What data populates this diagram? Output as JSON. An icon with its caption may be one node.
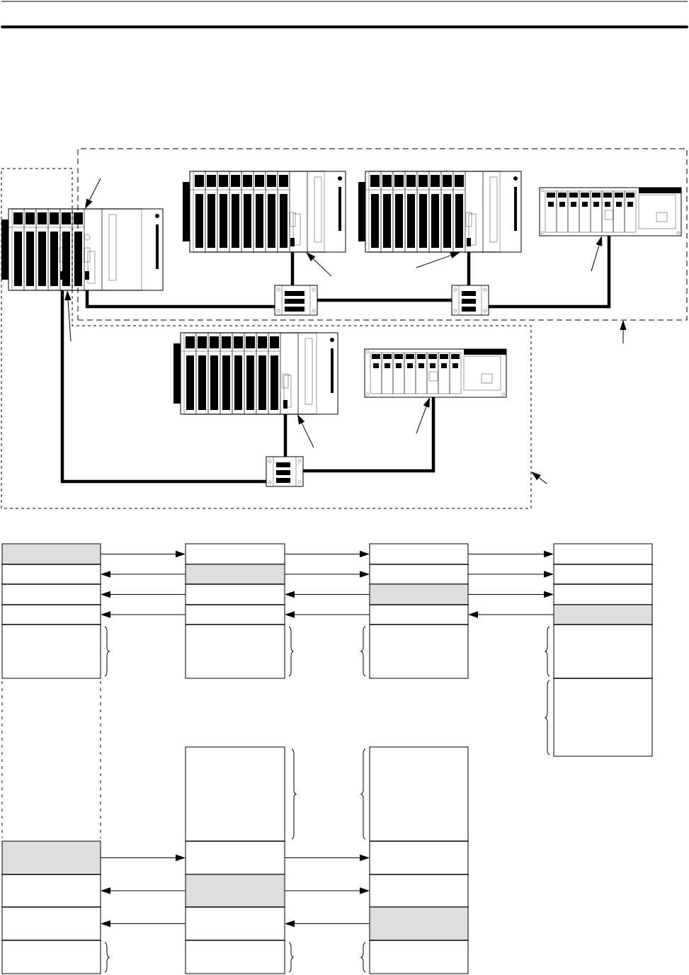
{
  "diagram": {
    "nodes": [
      {
        "text": [],
        "shape": "box"
      },
      {
        "text": [],
        "shape": "box"
      },
      {
        "text": [],
        "shape": "picture"
      },
      {
        "text": [],
        "shape": "picture",
        "in": 0
      },
      {
        "text": [],
        "shape": "picture",
        "in": 0
      },
      {
        "text": [],
        "shape": "picture",
        "in": 0
      },
      {
        "text": [],
        "shape": "box",
        "in": 0
      },
      {
        "text": [],
        "shape": "box",
        "in": 0
      },
      {
        "text": [],
        "shape": "picture",
        "in": 1
      },
      {
        "text": [],
        "shape": "picture",
        "in": 1
      },
      {
        "text": [],
        "shape": "box",
        "in": 1
      },
      {
        "text": [],
        "shape": "box"
      },
      {
        "text": [],
        "shape": "box"
      },
      {
        "text": [],
        "shape": "box"
      },
      {
        "text": [],
        "shape": "box"
      },
      {
        "text": [],
        "shape": "box"
      },
      {
        "text": [],
        "shape": "box"
      },
      {
        "text": [],
        "shape": "box"
      },
      {
        "text": [],
        "shape": "box"
      },
      {
        "text": [],
        "shape": "box"
      },
      {
        "text": [],
        "shape": "box"
      },
      {
        "text": [],
        "shape": "box"
      },
      {
        "text": [],
        "shape": "box"
      },
      {
        "text": [],
        "shape": "box"
      },
      {
        "text": [],
        "shape": "box"
      },
      {
        "text": [],
        "shape": "box"
      },
      {
        "text": [],
        "shape": "box"
      },
      {
        "text": [],
        "shape": "box"
      },
      {
        "text": [],
        "shape": "box"
      },
      {
        "text": [],
        "shape": "box"
      },
      {
        "text": [],
        "shape": "box"
      },
      {
        "text": [],
        "shape": "box"
      },
      {
        "text": [],
        "shape": "box"
      },
      {
        "text": [],
        "shape": "box"
      },
      {
        "text": [],
        "shape": "box"
      },
      {
        "text": [],
        "shape": "box"
      },
      {
        "text": [],
        "shape": "box"
      },
      {
        "text": [],
        "shape": "box"
      },
      {
        "text": [],
        "shape": "box"
      },
      {
        "text": [],
        "shape": "box"
      },
      {
        "text": [],
        "shape": "box"
      },
      {
        "text": [],
        "shape": "box"
      },
      {
        "text": [],
        "shape": "box"
      },
      {
        "text": [],
        "shape": "box"
      },
      {
        "text": [],
        "shape": "box"
      },
      {
        "text": [],
        "shape": "box"
      }
    ],
    "edges": [
      {
        "from": 2,
        "to": 6,
        "arrow": "none",
        "style": "thick"
      },
      {
        "from": 2,
        "to": 10,
        "arrow": "none",
        "style": "thick"
      },
      {
        "from": 3,
        "to": 6,
        "arrow": "none",
        "style": "thick"
      },
      {
        "from": 6,
        "to": 7,
        "arrow": "none",
        "style": "thick"
      },
      {
        "from": 4,
        "to": 7,
        "arrow": "none",
        "style": "thick"
      },
      {
        "from": 7,
        "to": 5,
        "arrow": "none",
        "style": "thick"
      },
      {
        "from": 8,
        "to": 10,
        "arrow": "none",
        "style": "thick"
      },
      {
        "from": 10,
        "to": 9,
        "arrow": "none",
        "style": "thick"
      },
      {
        "from": null,
        "to": 2,
        "arrow": "to"
      },
      {
        "from": null,
        "to": 2,
        "arrow": "to"
      },
      {
        "from": null,
        "to": 3,
        "arrow": "to"
      },
      {
        "from": null,
        "to": 4,
        "arrow": "to"
      },
      {
        "from": null,
        "to": 5,
        "arrow": "to"
      },
      {
        "from": null,
        "to": 0,
        "arrow": "to"
      },
      {
        "from": null,
        "to": 8,
        "arrow": "to"
      },
      {
        "from": null,
        "to": 9,
        "arrow": "to"
      },
      {
        "from": null,
        "to": 1,
        "arrow": "to"
      },
      {
        "from": 11,
        "to": 16,
        "arrow": "to"
      },
      {
        "from": 17,
        "to": 12,
        "arrow": "to"
      },
      {
        "from": 18,
        "to": 13,
        "arrow": "to"
      },
      {
        "from": 19,
        "to": 14,
        "arrow": "to"
      },
      {
        "from": 16,
        "to": 21,
        "arrow": "to"
      },
      {
        "from": 17,
        "to": 22,
        "arrow": "to"
      },
      {
        "from": 23,
        "to": 18,
        "arrow": "to"
      },
      {
        "from": 24,
        "to": 19,
        "arrow": "to"
      },
      {
        "from": 21,
        "to": 26,
        "arrow": "to"
      },
      {
        "from": 22,
        "to": 27,
        "arrow": "to"
      },
      {
        "from": 23,
        "to": 28,
        "arrow": "to"
      },
      {
        "from": 29,
        "to": 24,
        "arrow": "to"
      },
      {
        "from": 32,
        "to": 37,
        "arrow": "to"
      },
      {
        "from": 38,
        "to": 33,
        "arrow": "to"
      },
      {
        "from": 39,
        "to": 34,
        "arrow": "to"
      },
      {
        "from": 37,
        "to": 42,
        "arrow": "to"
      },
      {
        "from": 38,
        "to": 43,
        "arrow": "to"
      },
      {
        "from": 44,
        "to": 39,
        "arrow": "to"
      }
    ]
  }
}
